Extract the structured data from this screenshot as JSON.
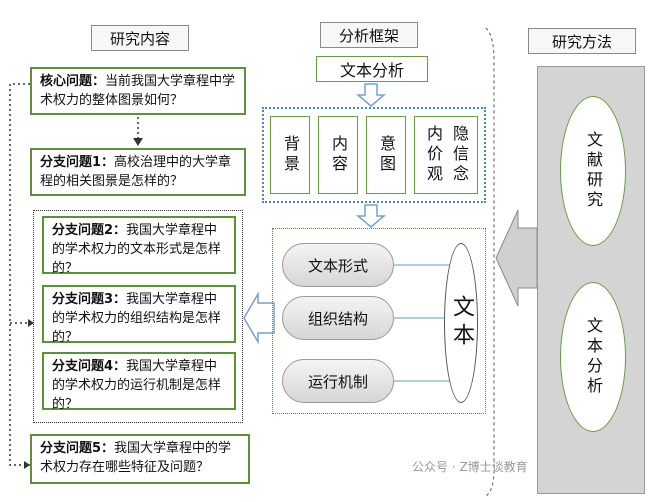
{
  "headers": {
    "content": "研究内容",
    "framework": "分析框架",
    "method": "研究方法"
  },
  "core_question": {
    "label": "核心问题：",
    "text": "当前我国大学章程中学术权力的整体图景如何？"
  },
  "sub_questions": [
    {
      "label": "分支问题1：",
      "text": "高校治理中的大学章程的相关图景是怎样的？"
    },
    {
      "label": "分支问题2：",
      "text": "我国大学章程中的学术权力的文本形式是怎样的？"
    },
    {
      "label": "分支问题3：",
      "text": "我国大学章程中的学术权力的组织结构是怎样的？"
    },
    {
      "label": "分支问题4：",
      "text": "我国大学章程中的学术权力的运行机制是怎样的？"
    },
    {
      "label": "分支问题5：",
      "text": "我国大学章程中的学术权力存在哪些特征及问题？"
    }
  ],
  "framework": {
    "text_analysis": "文本分析",
    "factors": [
      "背景",
      "内容",
      "意图",
      "内价观",
      "隐信念"
    ],
    "pills": [
      "文本形式",
      "组织结构",
      "运行机制"
    ],
    "ellipse": "文本"
  },
  "methods": [
    "文献研究",
    "文本分析"
  ],
  "watermark": "公众号 · Z博士谈教育"
}
